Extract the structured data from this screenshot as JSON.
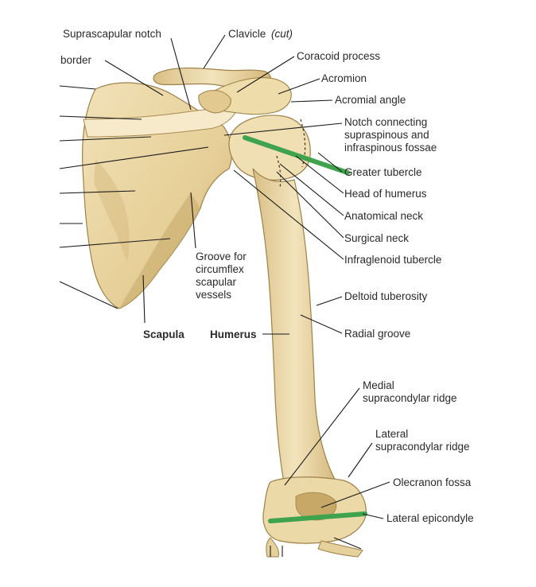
{
  "labels": {
    "suprascapular_notch": "Suprascapular notch",
    "border": "border",
    "clavicle": "Clavicle",
    "clavicle_cut": "(cut)",
    "coracoid_process": "Coracoid process",
    "acromion": "Acromion",
    "acromial_angle": "Acromial angle",
    "notch_l1": "Notch connecting",
    "notch_l2": "supraspinous and",
    "notch_l3": "infraspinous fossae",
    "greater_tubercle": "Greater tubercle",
    "head_of_humerus": "Head of humerus",
    "anatomical_neck": "Anatomical neck",
    "surgical_neck": "Surgical neck",
    "infraglenoid_tubercle": "Infraglenoid tubercle",
    "groove_l1": "Groove for",
    "groove_l2": "circumflex",
    "groove_l3": "scapular",
    "groove_l4": "vessels",
    "deltoid_tuberosity": "Deltoid tuberosity",
    "scapula": "Scapula",
    "humerus": "Humerus",
    "radial_groove": "Radial groove",
    "medial_ridge_l1": "Medial",
    "medial_ridge_l2": "supracondylar ridge",
    "lateral_ridge_l1": "Lateral",
    "lateral_ridge_l2": "supracondylar ridge",
    "olecranon_fossa": "Olecranon fossa",
    "lateral_epicondyle": "Lateral epicondyle"
  },
  "colors": {
    "bone": "#ecd9a8",
    "bone_shadow": "#c9ad72",
    "bone_highlight": "#f7ecd0",
    "outline": "#8a6f3c",
    "marker": "#3fa34d"
  }
}
